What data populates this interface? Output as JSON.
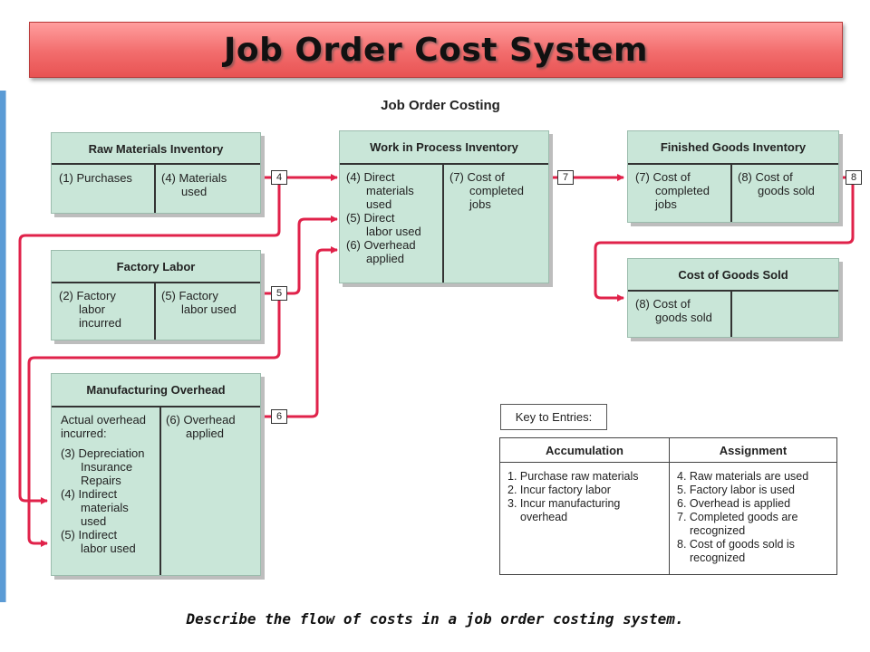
{
  "title": "Job Order Cost System",
  "diagram": {
    "heading": "Job Order Costing",
    "accounts": {
      "raw_materials": {
        "name": "Raw Materials Inventory",
        "debit": [
          "(1) Purchases"
        ],
        "credit": [
          "(4) Materials",
          "     used"
        ]
      },
      "work_in_process": {
        "name": "Work in Process Inventory",
        "debit": [
          "(4) Direct",
          "     materials",
          "     used",
          "(5) Direct",
          "     labor used",
          "(6) Overhead",
          "     applied"
        ],
        "credit": [
          "(7) Cost of",
          "     completed",
          "     jobs"
        ]
      },
      "finished_goods": {
        "name": "Finished Goods Inventory",
        "debit": [
          "(7) Cost of",
          "     completed",
          "     jobs"
        ],
        "credit": [
          "(8) Cost of",
          "     goods sold"
        ]
      },
      "factory_labor": {
        "name": "Factory Labor",
        "debit": [
          "(2) Factory",
          "     labor",
          "     incurred"
        ],
        "credit": [
          "(5) Factory",
          "     labor used"
        ]
      },
      "cogs": {
        "name": "Cost of Goods Sold",
        "debit": [
          "(8) Cost of",
          "     goods sold"
        ],
        "credit": []
      },
      "overhead": {
        "name": "Manufacturing Overhead",
        "debit": [
          "Actual overhead",
          "incurred:",
          "",
          "(3) Depreciation",
          "     Insurance",
          "     Repairs",
          "(4) Indirect",
          "     materials",
          "     used",
          "(5) Indirect",
          "     labor used"
        ],
        "credit": [
          "(6) Overhead",
          "     applied"
        ]
      }
    },
    "badges": [
      "4",
      "5",
      "6",
      "7",
      "8"
    ],
    "flow_color": "#e0224a",
    "account_fill": "#c9e6d8"
  },
  "key": {
    "label": "Key to Entries:",
    "headers": [
      "Accumulation",
      "Assignment"
    ],
    "accumulation": [
      "1. Purchase raw materials",
      "2. Incur factory labor",
      "3. Incur manufacturing",
      "    overhead"
    ],
    "assignment": [
      "4. Raw materials are used",
      "5. Factory labor is used",
      "6. Overhead is applied",
      "7. Completed goods are",
      "    recognized",
      "8. Cost of goods sold is",
      "    recognized"
    ]
  },
  "caption": "Describe the flow of costs in a job order costing system."
}
